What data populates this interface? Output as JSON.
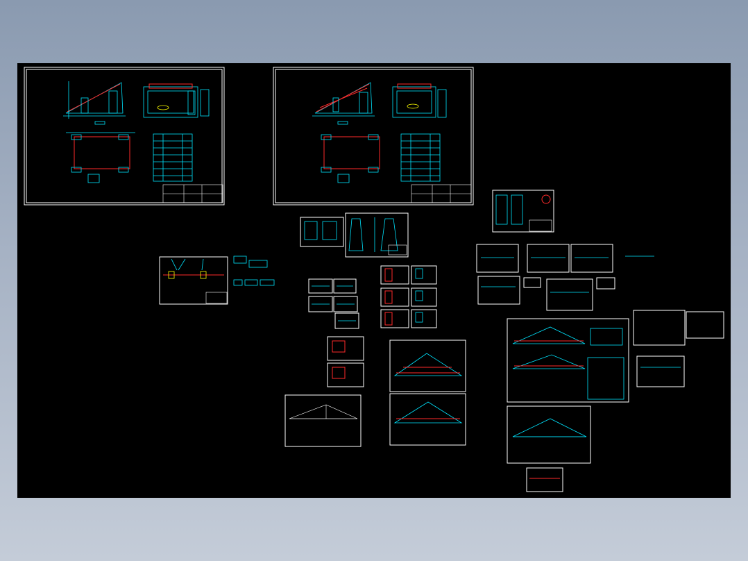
{
  "viewer": {
    "background": "cad-model-space",
    "canvas_color": "#000000",
    "colors": {
      "frame": "#ffffff",
      "geometry": "#00e5ff",
      "accent": "#ff2a2a",
      "highlight": "#ffff00",
      "hatch": "#00ff66"
    }
  },
  "drawing_sheets": [
    {
      "id": "sheet-a1-left",
      "kind": "assembly-with-table"
    },
    {
      "id": "sheet-a1-right",
      "kind": "assembly-with-table"
    },
    {
      "id": "sheet-small-1",
      "kind": "part-detail"
    },
    {
      "id": "sheet-small-2",
      "kind": "part-detail"
    },
    {
      "id": "sheet-small-3",
      "kind": "part-detail"
    },
    {
      "id": "sheet-small-4",
      "kind": "part-detail"
    },
    {
      "id": "sheet-truss-1",
      "kind": "truss-elevation"
    },
    {
      "id": "sheet-truss-2",
      "kind": "truss-elevation"
    },
    {
      "id": "sheet-truss-3",
      "kind": "truss-elevation"
    },
    {
      "id": "sheet-truss-4",
      "kind": "truss-elevation"
    },
    {
      "id": "sheet-truss-large",
      "kind": "truss-assembly-with-table"
    }
  ]
}
